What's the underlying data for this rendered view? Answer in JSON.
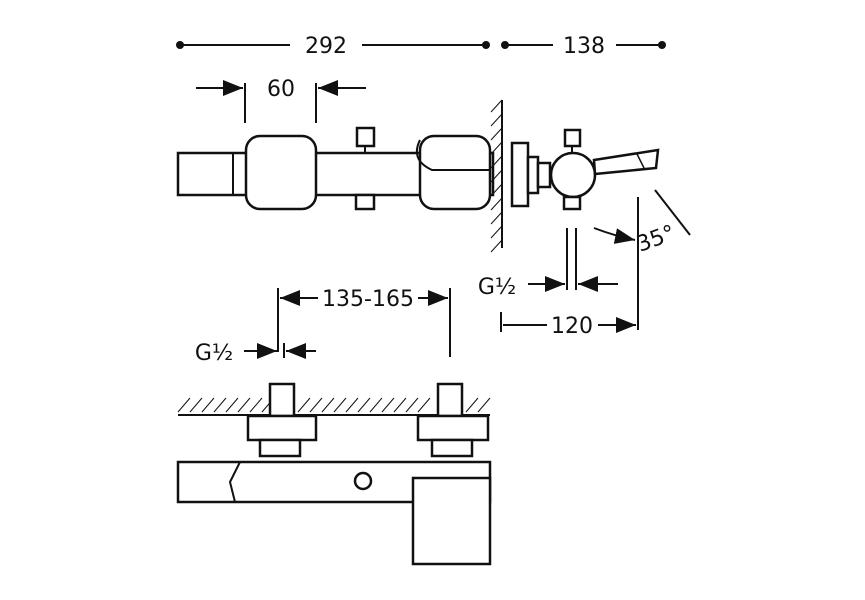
{
  "diagram": {
    "dimensions": {
      "total_length": "292",
      "projection": "138",
      "handle_width": "60",
      "centers": "135-165",
      "spout_projection": "120",
      "spout_angle": "35°",
      "thread_top": "G½",
      "thread_front": "G½"
    }
  }
}
